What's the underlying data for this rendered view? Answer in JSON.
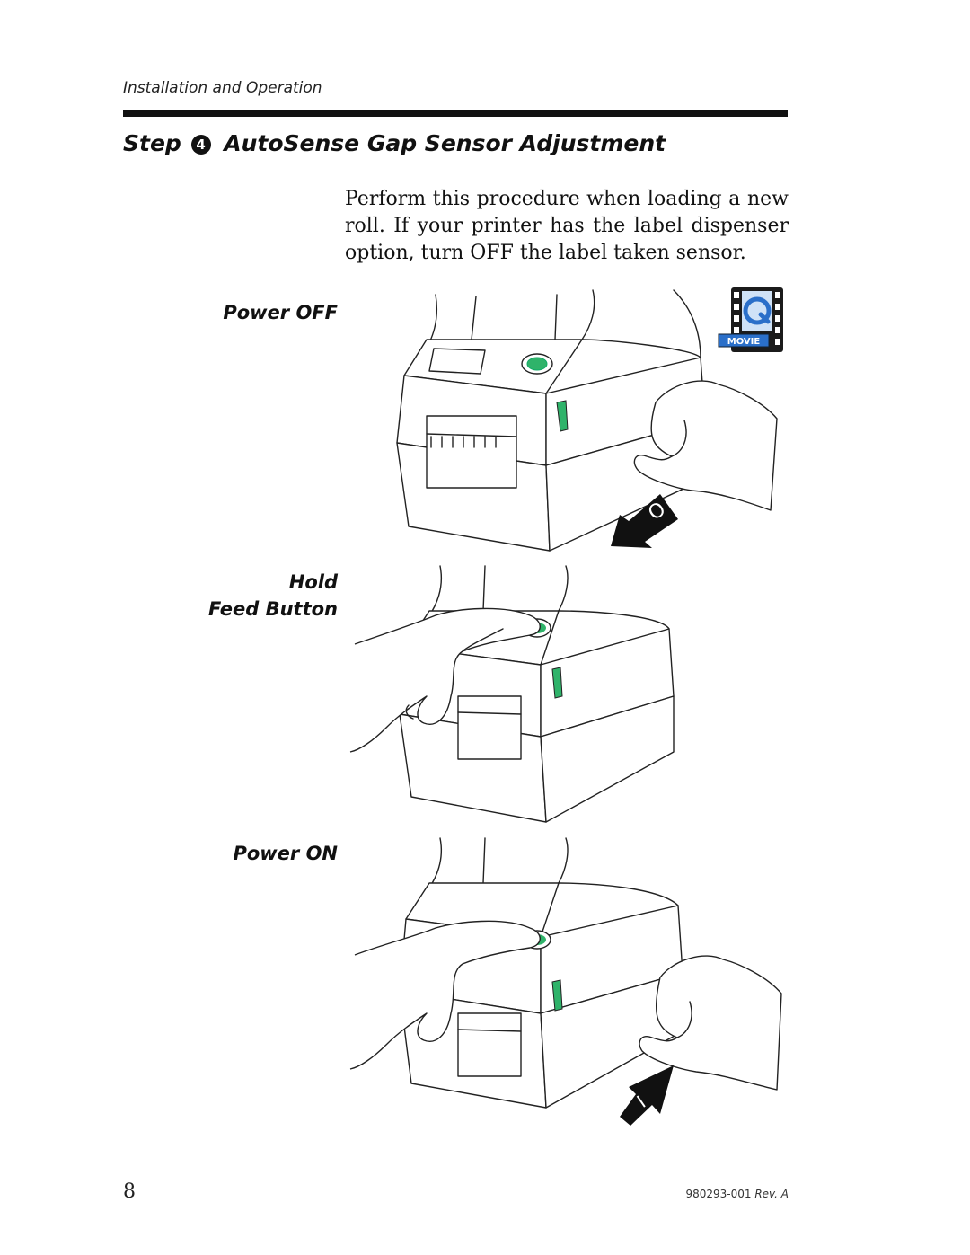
{
  "header": {
    "section": "Installation and Operation"
  },
  "step": {
    "word": "Step",
    "number": "4",
    "title": "AutoSense Gap Sensor Adjustment"
  },
  "intro_text": "Perform this procedure when loading a new roll.  If your printer has the label dispenser option, turn OFF the label taken sensor.",
  "steps": [
    {
      "label": "Power OFF",
      "switch_symbol": "O"
    },
    {
      "label_line1": "Hold",
      "label_line2": "Feed Button"
    },
    {
      "label": "Power ON",
      "switch_symbol": "I"
    }
  ],
  "movie_badge": {
    "text": "MOVIE"
  },
  "footer": {
    "page_number": "8",
    "doc_number": "980293-001",
    "revision": "Rev. A"
  },
  "colors": {
    "button_green": "#2fb36a",
    "movie_blue": "#2a6fc9"
  }
}
